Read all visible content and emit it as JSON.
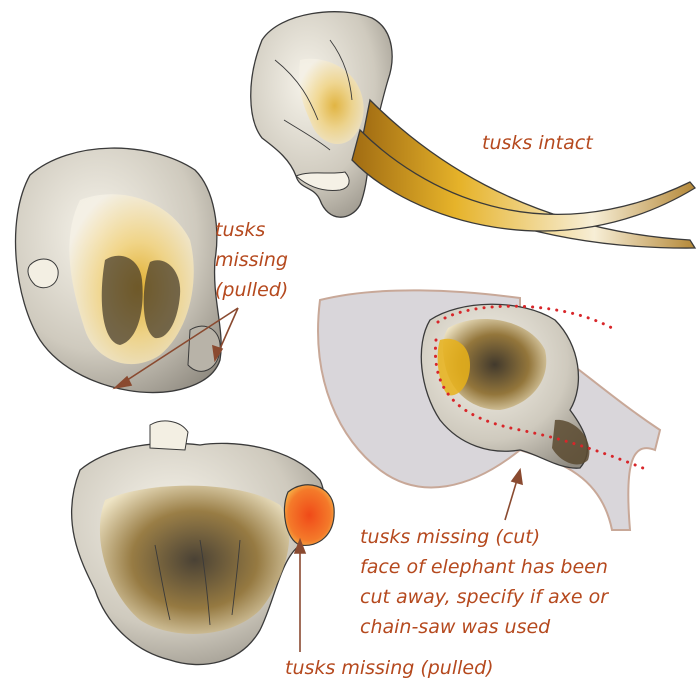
{
  "labels": {
    "tusks_intact": "tusks intact",
    "tusks_missing_pulled_top": [
      "tusks",
      "missing",
      "(pulled)"
    ],
    "tusks_missing_pulled_bottom": "tusks missing (pulled)",
    "tusks_missing_cut": [
      "tusks missing (cut)",
      "face of elephant has been",
      "cut away, specify if axe or",
      "chain-saw was used"
    ]
  },
  "colors": {
    "label_text": "#b5491e",
    "arrow": "#8a4a30",
    "bone_light": "#f3efe3",
    "bone_shadow": "#8f8a80",
    "stain_yellow": "#e8b21a",
    "stain_dark": "#3a3022",
    "cut_face": "#f0501e",
    "ear_fill": "#d9d6da",
    "ear_stroke": "#c8a898",
    "dotted_line": "#d8262a",
    "outline": "#3a3a3a"
  },
  "icons": [
    "elephant-skull-side-icon",
    "elephant-skull-front-icon",
    "elephant-skull-bottom-icon",
    "elephant-head-silhouette-icon"
  ]
}
